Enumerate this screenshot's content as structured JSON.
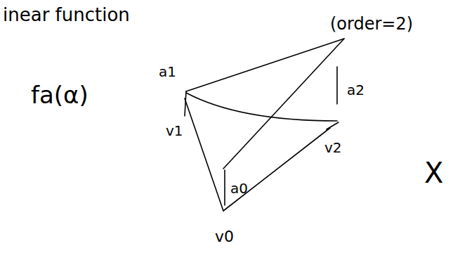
{
  "diagram": {
    "labels": [
      "inear function",
      "(order=2)",
      "fa(α)",
      "a1",
      "a2",
      "v1",
      "v2",
      "a0",
      "v0",
      "X"
    ]
  }
}
